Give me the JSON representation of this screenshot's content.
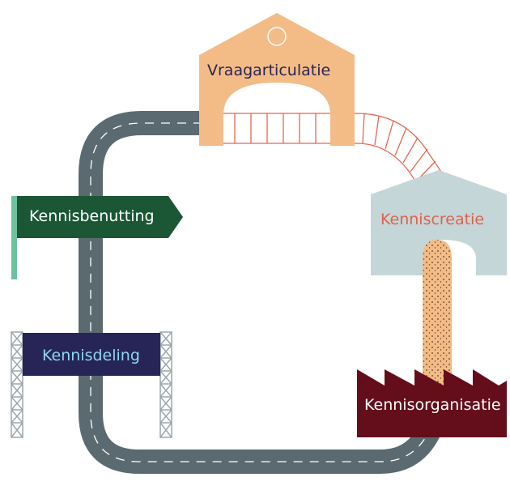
{
  "diagram": {
    "nodes": {
      "vraagarticulatie": "Vraagarticulatie",
      "kennisbenutting": "Kennisbenutting",
      "kenniscreatie": "Kenniscreatie",
      "kennisdeling": "Kennisdeling",
      "kennisorganisatie": "Kennisorganisatie"
    },
    "colors": {
      "road": "#5b6a70",
      "vraagarticulatie_house": "#f3bc86",
      "bridge_lines": "#e8664f",
      "kennisbenutting_sign": "#1b5735",
      "sign_post": "#6cc29e",
      "kenniscreatie_house": "#c4d6d8",
      "sand_pipe": "#f3bc86",
      "kennisdeling_banner": "#272557",
      "scaffold": "#9aa7ab",
      "kennisorganisatie_factory": "#640e1b"
    }
  }
}
